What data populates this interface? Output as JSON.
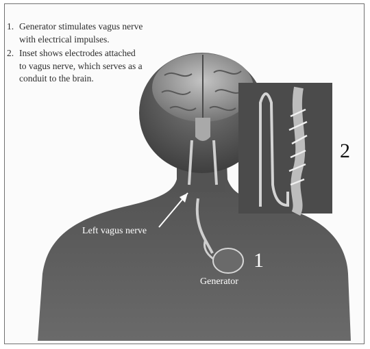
{
  "notes": [
    {
      "num": "1.",
      "text": "Generator stimulates vagus nerve with electrical impulses."
    },
    {
      "num": "2.",
      "text": "Inset shows electrodes attached to vagus nerve, which serves as a conduit to the brain."
    }
  ],
  "labels": {
    "nerve": "Left vagus nerve",
    "generator": "Generator",
    "marker_generator": "1",
    "marker_inset": "2"
  },
  "colors": {
    "body": "#595959",
    "brain": "#9b9b9b",
    "inset_bg": "#4b4b4b",
    "nerve": "#cfcfcf",
    "label_text": "#ffffff",
    "marker_dark": "#111111"
  }
}
